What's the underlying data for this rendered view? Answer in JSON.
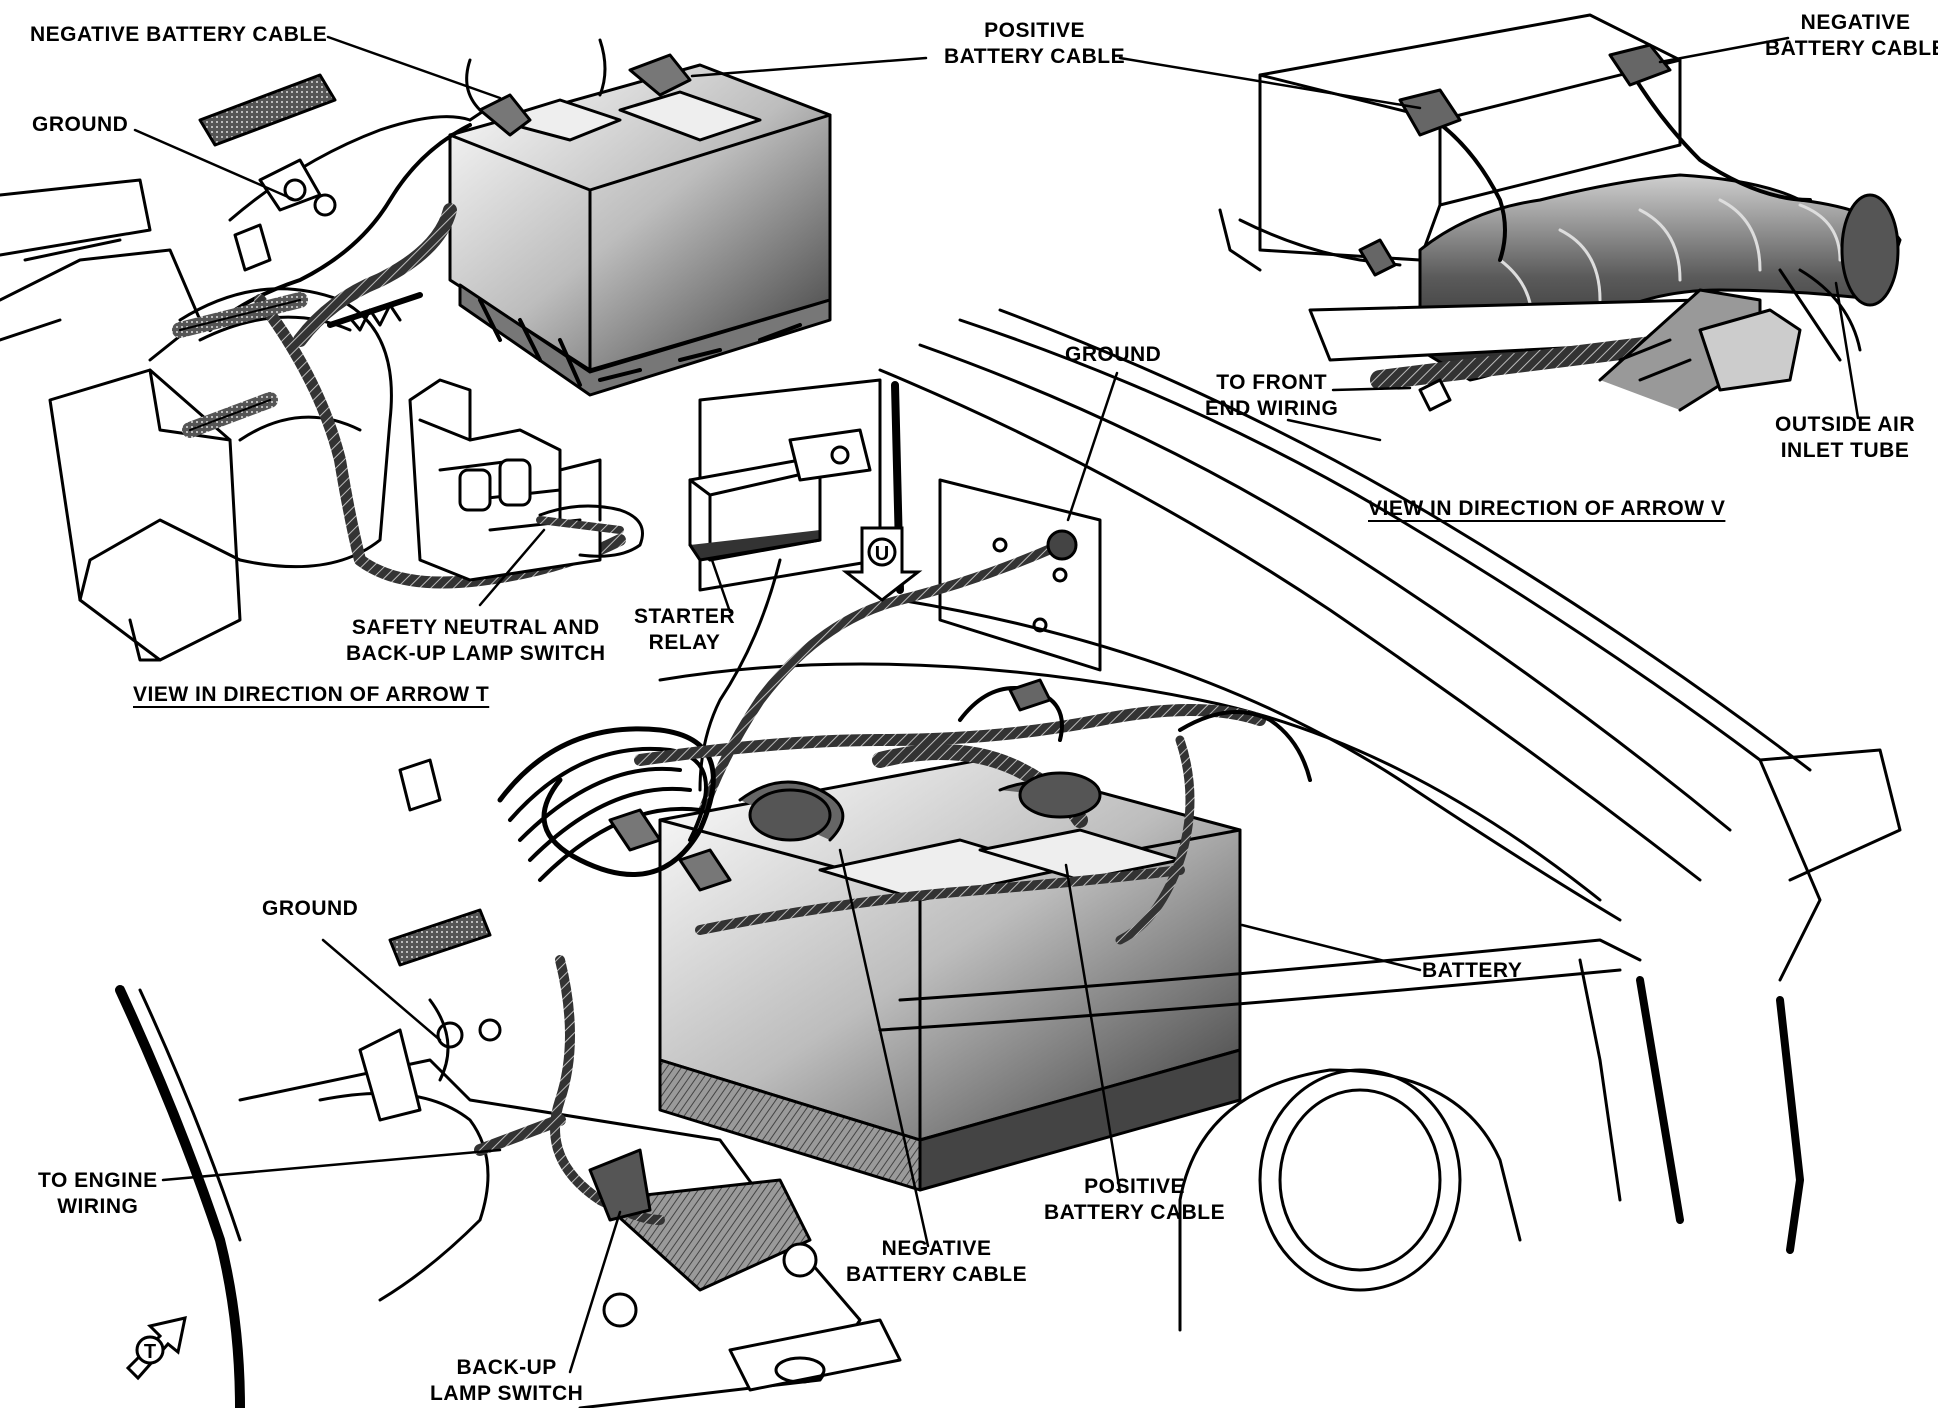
{
  "colors": {
    "ink": "#000000",
    "paper": "#ffffff",
    "shade": "#8a8a8a",
    "dark": "#2b2b2b"
  },
  "labels": {
    "neg_cable_top_left": "NEGATIVE BATTERY CABLE",
    "pos_cable_top": [
      "POSITIVE",
      "BATTERY CABLE"
    ],
    "neg_cable_top_right": [
      "NEGATIVE",
      "BATTERY CABLE"
    ],
    "ground_top_left": "GROUND",
    "ground_center": "GROUND",
    "to_front_end_wiring": [
      "TO FRONT",
      "END WIRING"
    ],
    "outside_air_inlet_tube": [
      "OUTSIDE AIR",
      "INLET TUBE"
    ],
    "view_arrow_v": "VIEW IN DIRECTION OF ARROW V",
    "safety_switch": [
      "SAFETY NEUTRAL AND",
      "BACK-UP LAMP SWITCH"
    ],
    "starter_relay": [
      "STARTER",
      "RELAY"
    ],
    "view_arrow_t": "VIEW IN DIRECTION OF ARROW T",
    "ground_bottom_left": "GROUND",
    "battery": "BATTERY",
    "to_engine_wiring": [
      "TO ENGINE",
      "WIRING"
    ],
    "pos_cable_bottom": [
      "POSITIVE",
      "BATTERY CABLE"
    ],
    "neg_cable_bottom": [
      "NEGATIVE",
      "BATTERY CABLE"
    ],
    "backup_lamp_switch": [
      "BACK-UP",
      "LAMP SWITCH"
    ],
    "arrow_u": "U",
    "arrow_t": "T"
  }
}
